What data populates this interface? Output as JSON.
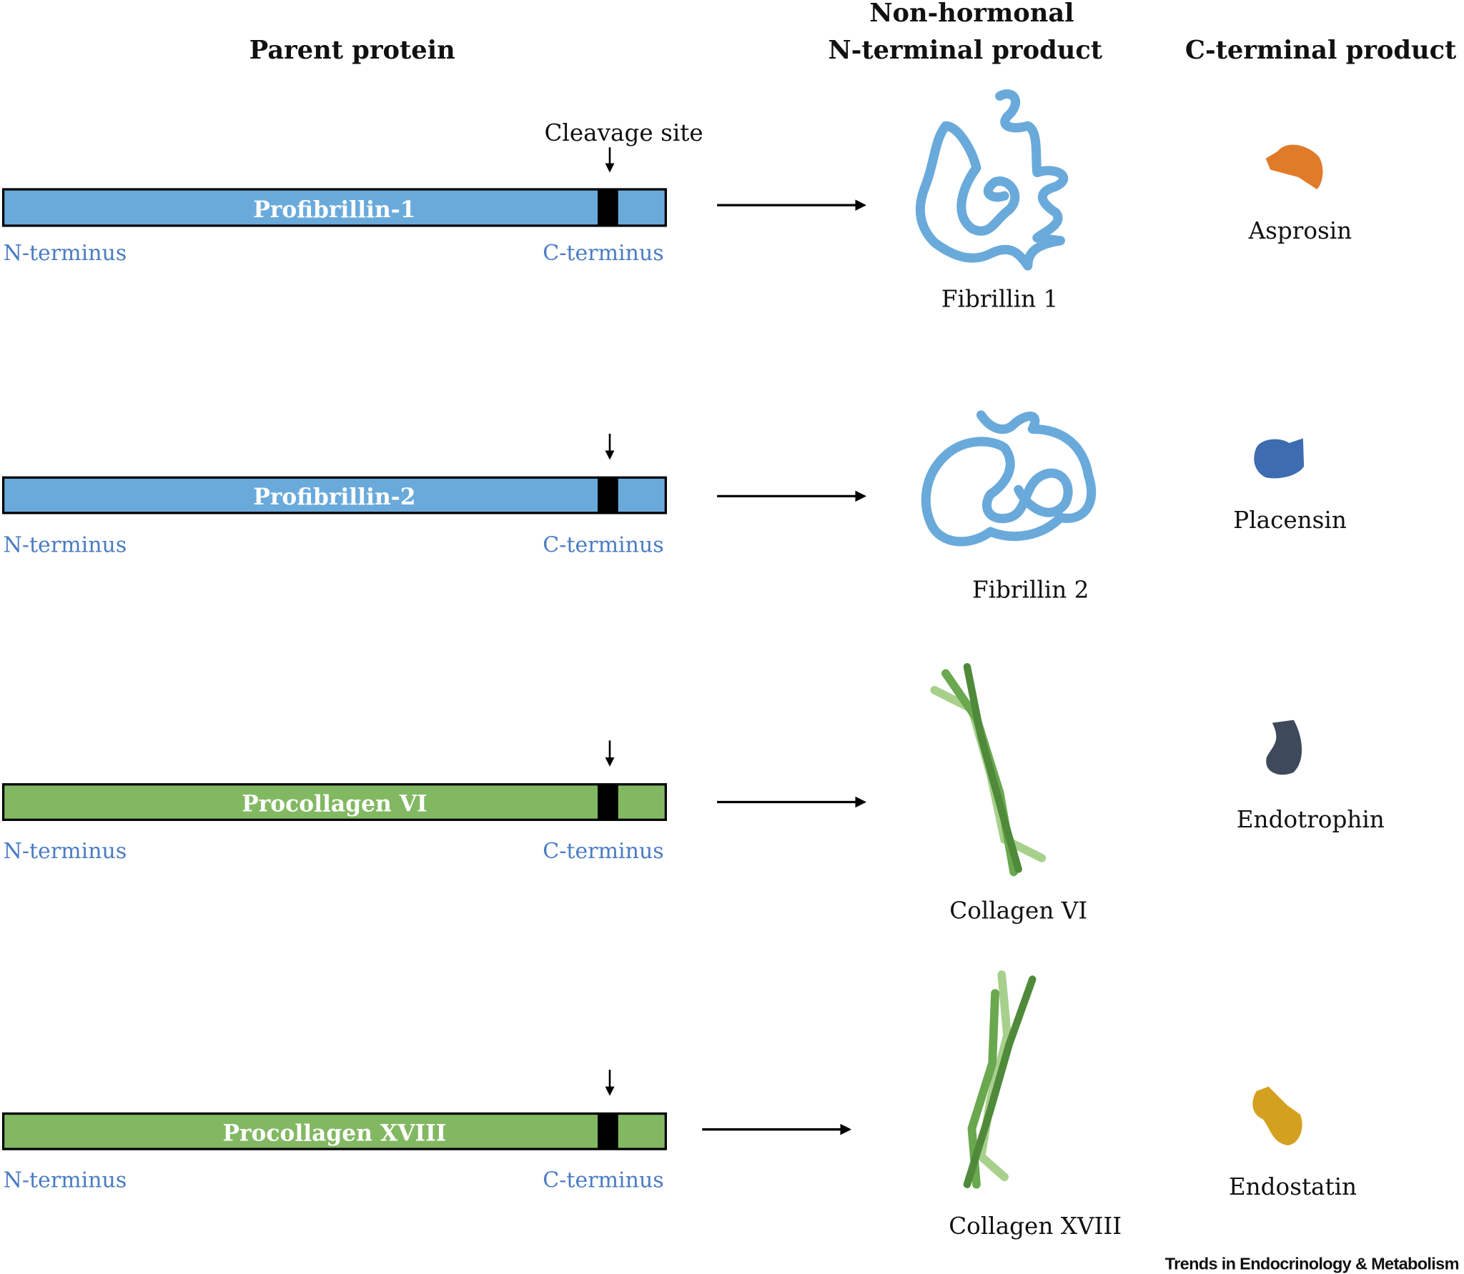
{
  "headers": {
    "parent": "Parent protein",
    "n_terminal_line1": "Non-hormonal",
    "n_terminal_line2": "N-terminal product",
    "c_terminal": "C-terminal product"
  },
  "cleavage_label": "Cleavage site",
  "rows": [
    {
      "parent": "Profibrillin-1",
      "n_label": "N-terminus",
      "c_label": "C-terminus",
      "n_product": "Fibrillin 1",
      "c_product": "Asprosin",
      "bar_color": "#6aaadb",
      "c_product_color": "#e07b2a"
    },
    {
      "parent": "Profibrillin-2",
      "n_label": "N-terminus",
      "c_label": "C-terminus",
      "n_product": "Fibrillin 2",
      "c_product": "Placensin",
      "bar_color": "#6aaadb",
      "c_product_color": "#3d6db0"
    },
    {
      "parent": "Procollagen VI",
      "n_label": "N-terminus",
      "c_label": "C-terminus",
      "n_product": "Collagen VI",
      "c_product": "Endotrophin",
      "bar_color": "#82b862",
      "c_product_color": "#3e4a5c"
    },
    {
      "parent": "Procollagen XVIII",
      "n_label": "N-terminus",
      "c_label": "C-terminus",
      "n_product": "Collagen XVIII",
      "c_product": "Endostatin",
      "bar_color": "#82b862",
      "c_product_color": "#d4a020"
    }
  ],
  "footer": "Trends in Endocrinology & Metabolism"
}
